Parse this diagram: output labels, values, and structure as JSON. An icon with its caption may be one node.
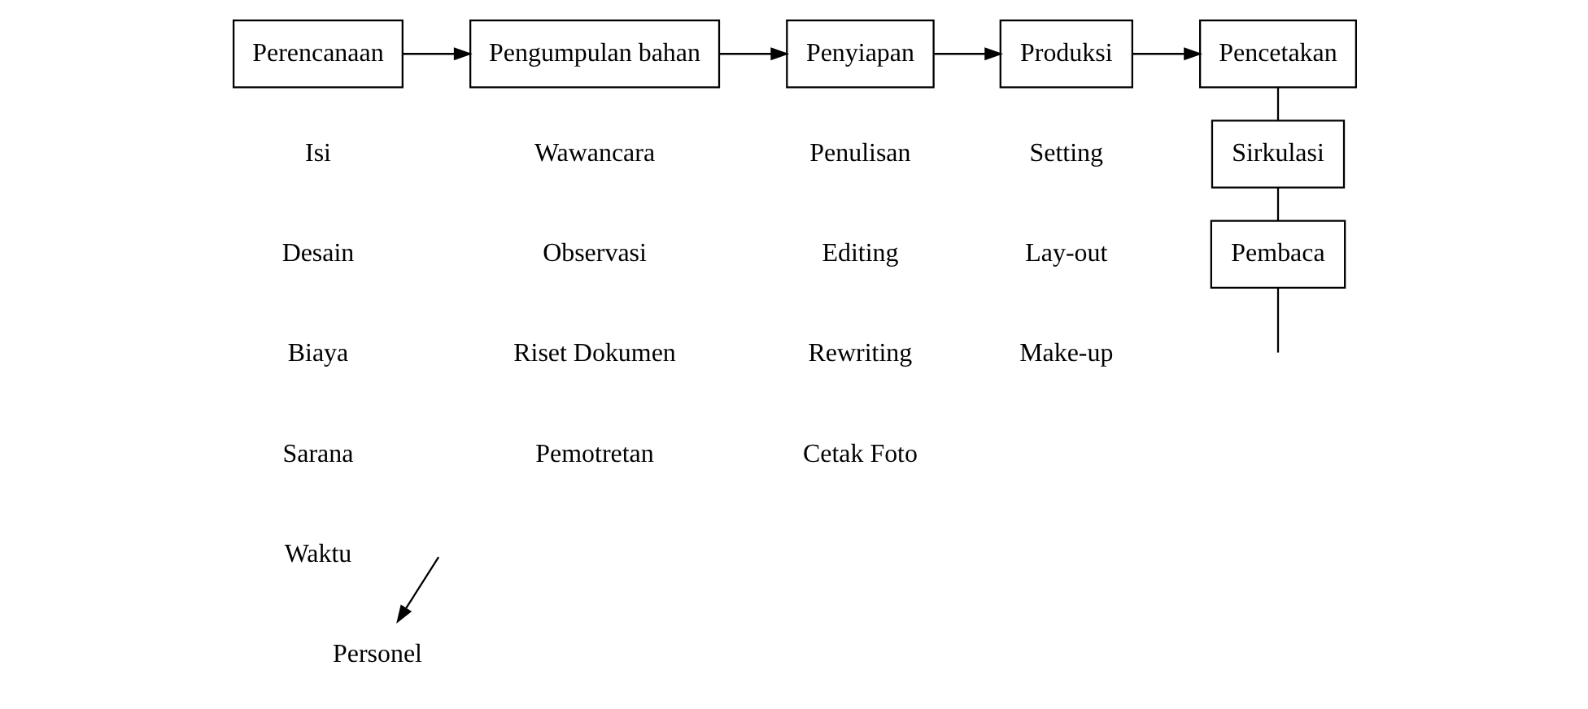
{
  "diagram": {
    "nodes": [
      {
        "text": [
          "Perencanaan"
        ]
      },
      {
        "text": [
          "Pengumpulan bahan"
        ]
      },
      {
        "text": [
          "Penyiapan"
        ]
      },
      {
        "text": [
          "Produksi"
        ]
      },
      {
        "text": [
          "Pencetakan"
        ]
      },
      {
        "text": [
          "Sirkulasi"
        ]
      },
      {
        "text": [
          "Pembaca"
        ]
      },
      {
        "text": [
          "Personel"
        ]
      }
    ],
    "edges": [
      {
        "from": 0,
        "to": 1,
        "arrow": "to"
      },
      {
        "from": 1,
        "to": 2,
        "arrow": "to"
      },
      {
        "from": 2,
        "to": 3,
        "arrow": "to"
      },
      {
        "from": 3,
        "to": 4,
        "arrow": "to"
      },
      {
        "from": 4,
        "to": 5,
        "arrow": "none"
      },
      {
        "from": 5,
        "to": 6,
        "arrow": "none"
      },
      {
        "from": 6,
        "to": null,
        "arrow": "none"
      },
      {
        "from": null,
        "to": 7,
        "arrow": "to"
      }
    ],
    "labels": [
      "Isi",
      "Wawancara",
      "Penulisan",
      "Setting",
      "Desain",
      "Observasi",
      "Editing",
      "Lay-out",
      "Biaya",
      "Riset Dokumen",
      "Rewriting",
      "Make-up",
      "Sarana",
      "Pemotretan",
      "Cetak Foto",
      "Waktu"
    ]
  }
}
